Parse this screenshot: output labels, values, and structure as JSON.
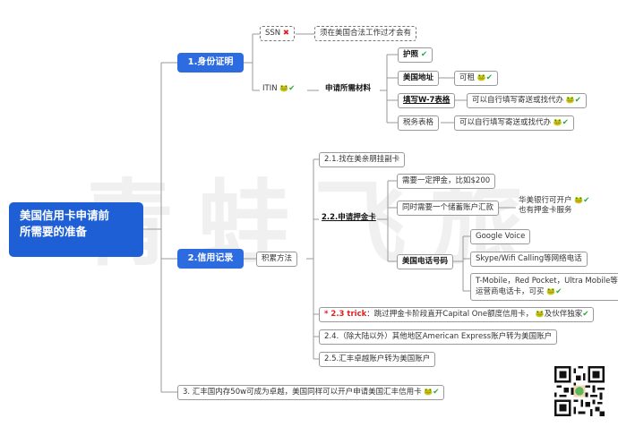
{
  "watermark": "青蛙飞旅",
  "root": {
    "line1": "美国信用卡申请前",
    "line2": "所需要的准备"
  },
  "branch1": {
    "label": "1.身份证明",
    "ssn": {
      "label": "SSN",
      "note": "须在美国合法工作过才会有"
    },
    "itin": {
      "label": "ITIN",
      "materials_label": "申请所需材料"
    },
    "materials": [
      {
        "label": "护照",
        "note": ""
      },
      {
        "label": "美国地址",
        "note": "可租"
      },
      {
        "label": "填写W-7表格",
        "note": "可以自行填写寄送或找代办"
      },
      {
        "label": "税务表格",
        "note": "可以自行填写寄送或找代办"
      }
    ]
  },
  "branch2": {
    "label": "2.信用记录",
    "method_label": "积累方法",
    "item_2_1": "2.1.找在美亲朋挂副卡",
    "item_2_2": {
      "label": "2.2.申请押金卡",
      "deposit": "需要一定押金，比如$200",
      "savings": "同时需要一个储蓄账户汇款",
      "hsbc": {
        "line1": "华美银行可开户",
        "line2": "也有押金卡服务"
      },
      "phone": {
        "label": "美国电话号码",
        "options": [
          "Google Voice",
          "Skype/Wifi Calling等网络电话"
        ],
        "tmobile": {
          "line1": "T-Mobile，Red Pocket，Ultra Mobile等",
          "line2": "运营商电话卡，可买"
        }
      }
    },
    "item_2_3": {
      "star": "* ",
      "title": "2.3 trick",
      "text": "：跳过押金卡阶段直开Capital One额度信用卡，",
      "tail": "及伙伴独家"
    },
    "item_2_4": "2.4.（除大陆以外）其他地区American Express账户转为美国账户",
    "item_2_5": "2.5.汇丰卓越账户转为美国账户"
  },
  "branch3": {
    "label": "3. 汇丰国内存50w可成为卓越，美国同样可以开户申请美国汇丰信用卡"
  },
  "icons": {
    "frog": "🐸",
    "check": "✔",
    "cross": "✖"
  },
  "colors": {
    "accent": "#2d6be0",
    "root": "#1f5fd6",
    "check": "#25a83a",
    "cross": "#e02020"
  }
}
